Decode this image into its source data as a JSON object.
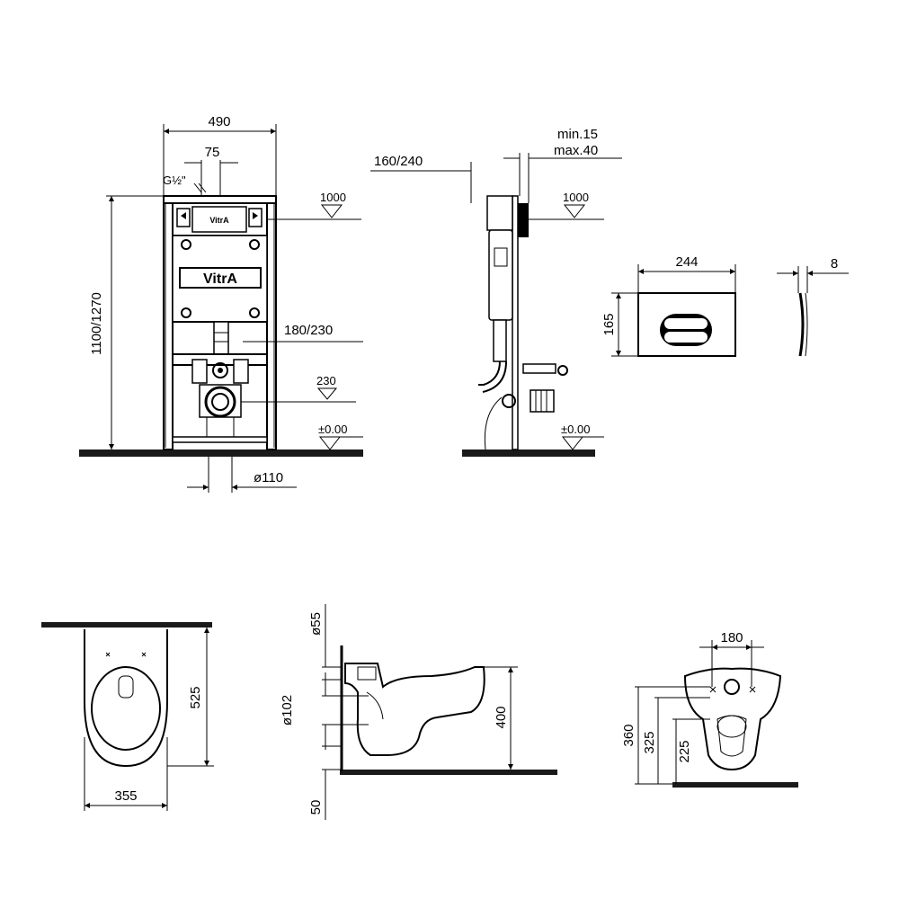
{
  "dimensions": {
    "frame_width": "490",
    "inlet_offset": "75",
    "inlet_thread": "G½\"",
    "frame_height": "1100/1270",
    "plate_level_front": "1000",
    "drain_height": "180/230",
    "outlet_height": "230",
    "floor_level_front": "±0.00",
    "drain_diameter": "ø110",
    "frame_depth": "160/240",
    "wall_min": "min.15",
    "wall_max": "max.40",
    "plate_level_side": "1000",
    "floor_level_side": "±0.00",
    "plate_width": "244",
    "plate_height": "165",
    "plate_thickness": "8",
    "bowl_length": "525",
    "bowl_width": "355",
    "inlet_diameter": "ø55",
    "outlet_diameter": "ø102",
    "bowl_rim_height": "400",
    "outlet_low": "50",
    "bolt_spacing": "180",
    "rear_h1": "360",
    "rear_h2": "325",
    "rear_h3": "225"
  },
  "logos": {
    "frame_top": "VitrA",
    "frame_mid": "VitrA"
  }
}
